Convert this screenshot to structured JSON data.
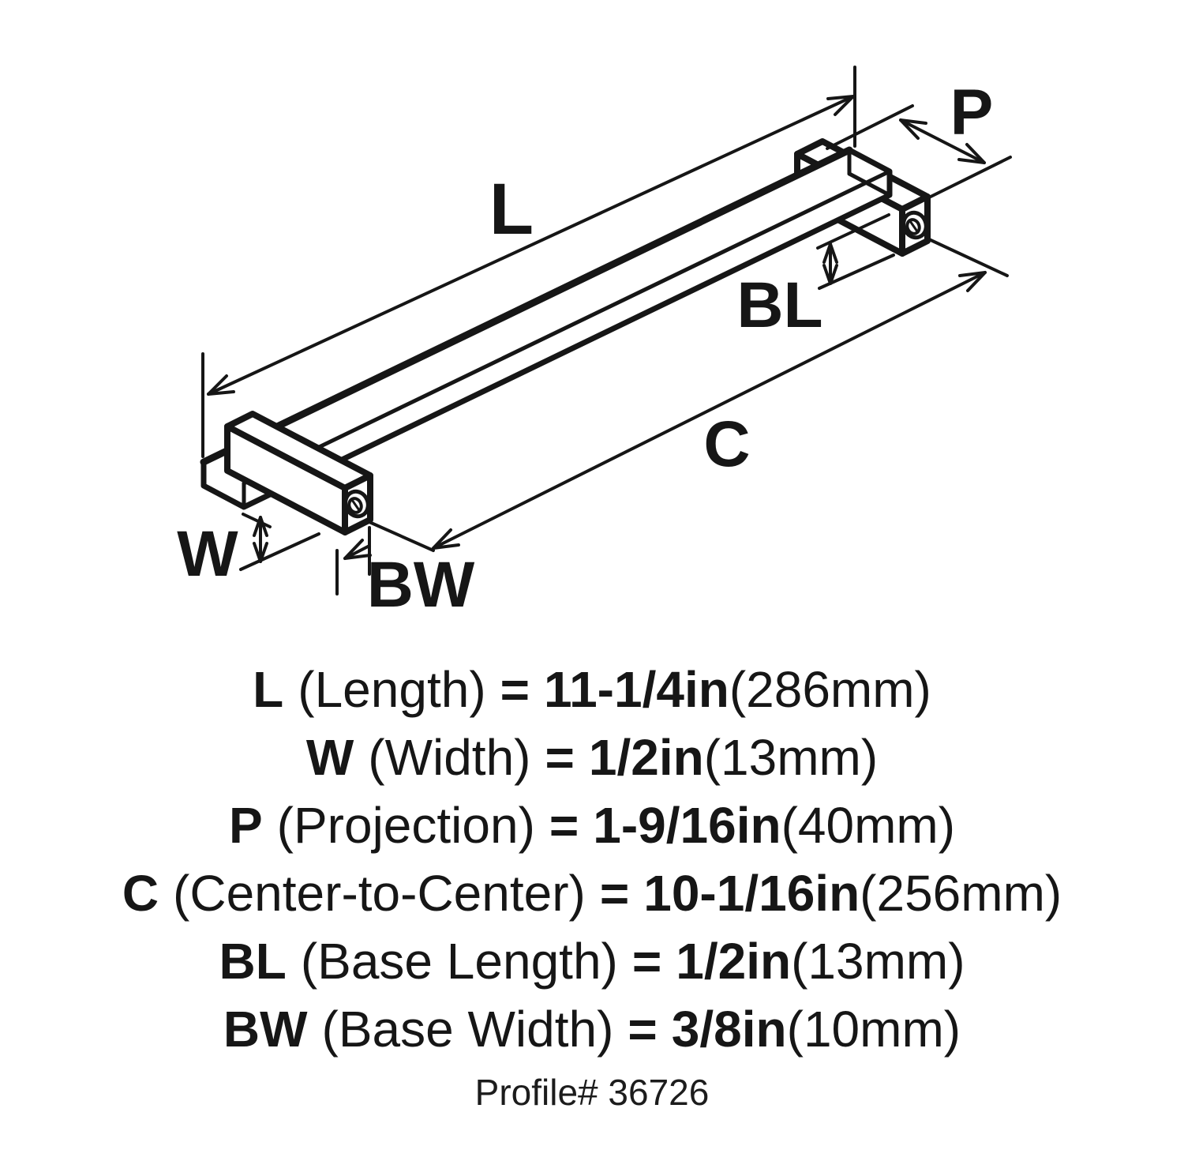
{
  "colors": {
    "ink": "#161616",
    "background": "#ffffff"
  },
  "diagram_labels": {
    "L": "L",
    "P": "P",
    "BL": "BL",
    "C": "C",
    "W": "W",
    "BW": "BW"
  },
  "equals_sign": "=",
  "specs": [
    {
      "code": "L",
      "name": "(Length)",
      "value": "11-1/4in",
      "metric": "(286mm)"
    },
    {
      "code": "W",
      "name": "(Width)",
      "value": "1/2in",
      "metric": "(13mm)"
    },
    {
      "code": "P",
      "name": "(Projection)",
      "value": "1-9/16in",
      "metric": "(40mm)"
    },
    {
      "code": "C",
      "name": "(Center-to-Center)",
      "value": "10-1/16in",
      "metric": "(256mm)"
    },
    {
      "code": "BL",
      "name": "(Base Length)",
      "value": "1/2in",
      "metric": "(13mm)"
    },
    {
      "code": "BW",
      "name": "(Base Width)",
      "value": "3/8in",
      "metric": "(10mm)"
    }
  ],
  "footer": "Profile# 36726"
}
